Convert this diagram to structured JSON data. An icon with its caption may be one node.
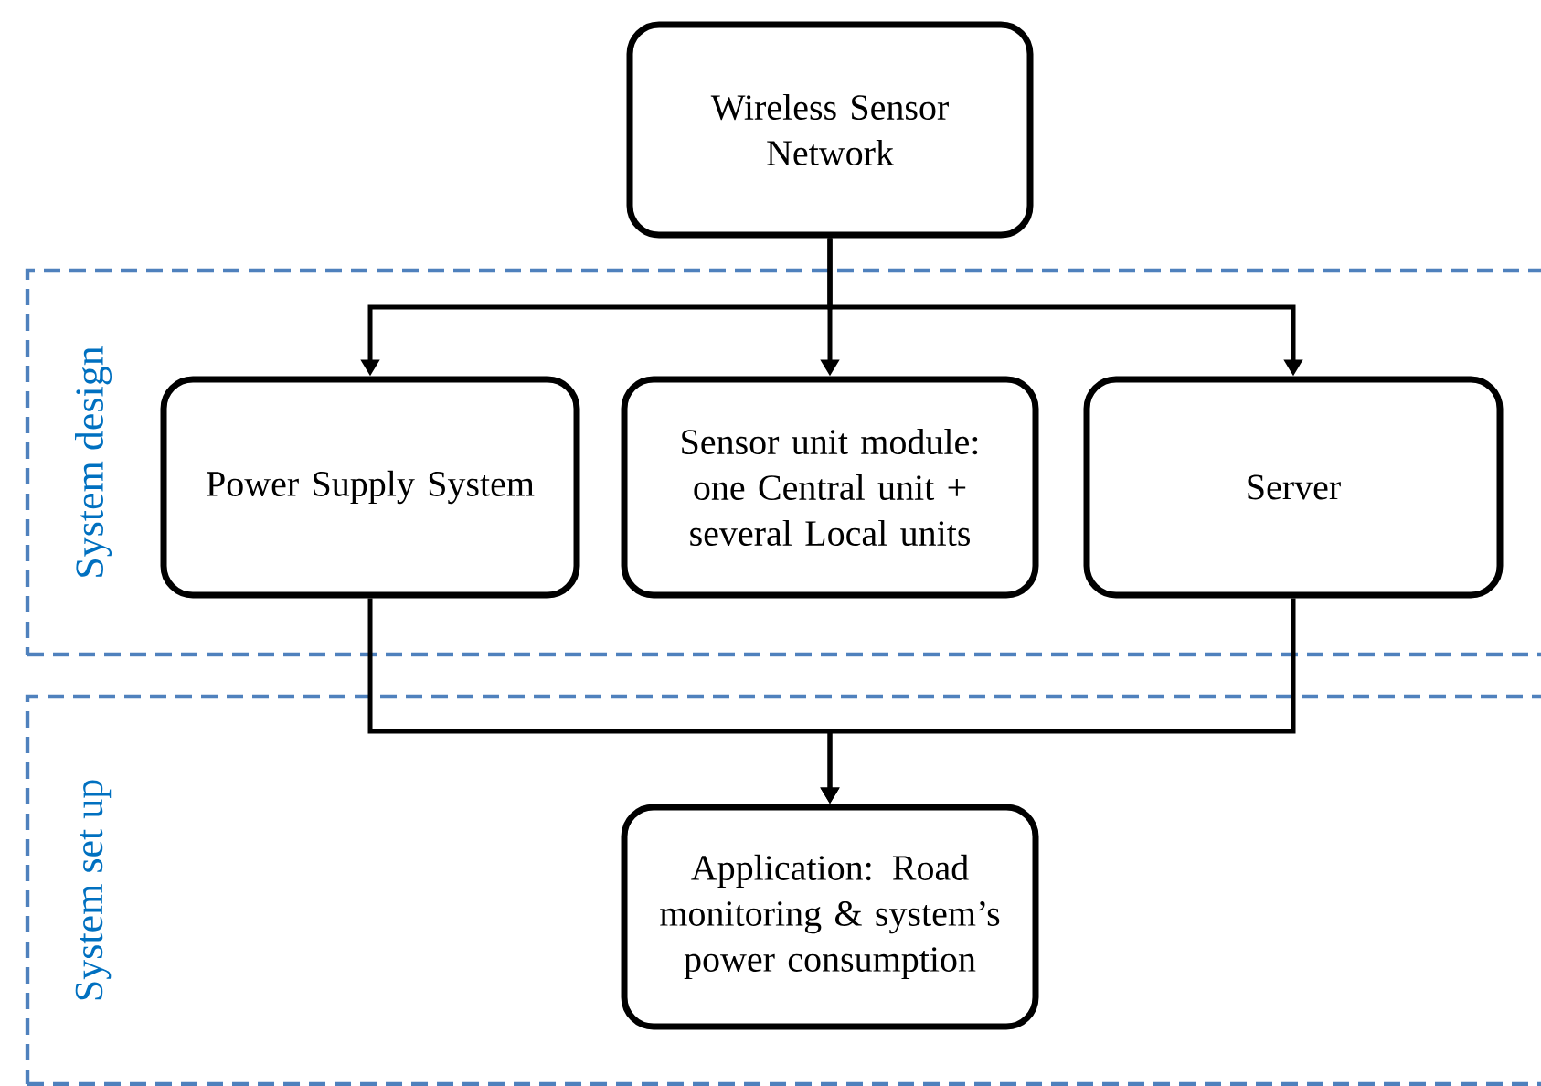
{
  "diagram": {
    "nodes": [
      {
        "text": [
          "System design"
        ]
      },
      {
        "text": [
          "System set up"
        ]
      },
      {
        "text": [
          "Wireless Sensor Network"
        ]
      },
      {
        "text": [
          "Power Supply System"
        ],
        "in": 0
      },
      {
        "text": [
          "Sensor unit module: one Central unit + several Local units"
        ],
        "in": 0
      },
      {
        "text": [
          "Server"
        ],
        "in": 0
      },
      {
        "text": [
          "Application: Road monitoring & system’s power consumption"
        ],
        "in": 1
      }
    ],
    "edges": [
      {
        "from": 2,
        "to": 3,
        "arrow": "to"
      },
      {
        "from": 2,
        "to": 4,
        "arrow": "to"
      },
      {
        "from": 2,
        "to": 5,
        "arrow": "to"
      },
      {
        "from": 3,
        "to": 6,
        "arrow": "to"
      },
      {
        "from": 5,
        "to": 6,
        "arrow": "to"
      }
    ]
  }
}
